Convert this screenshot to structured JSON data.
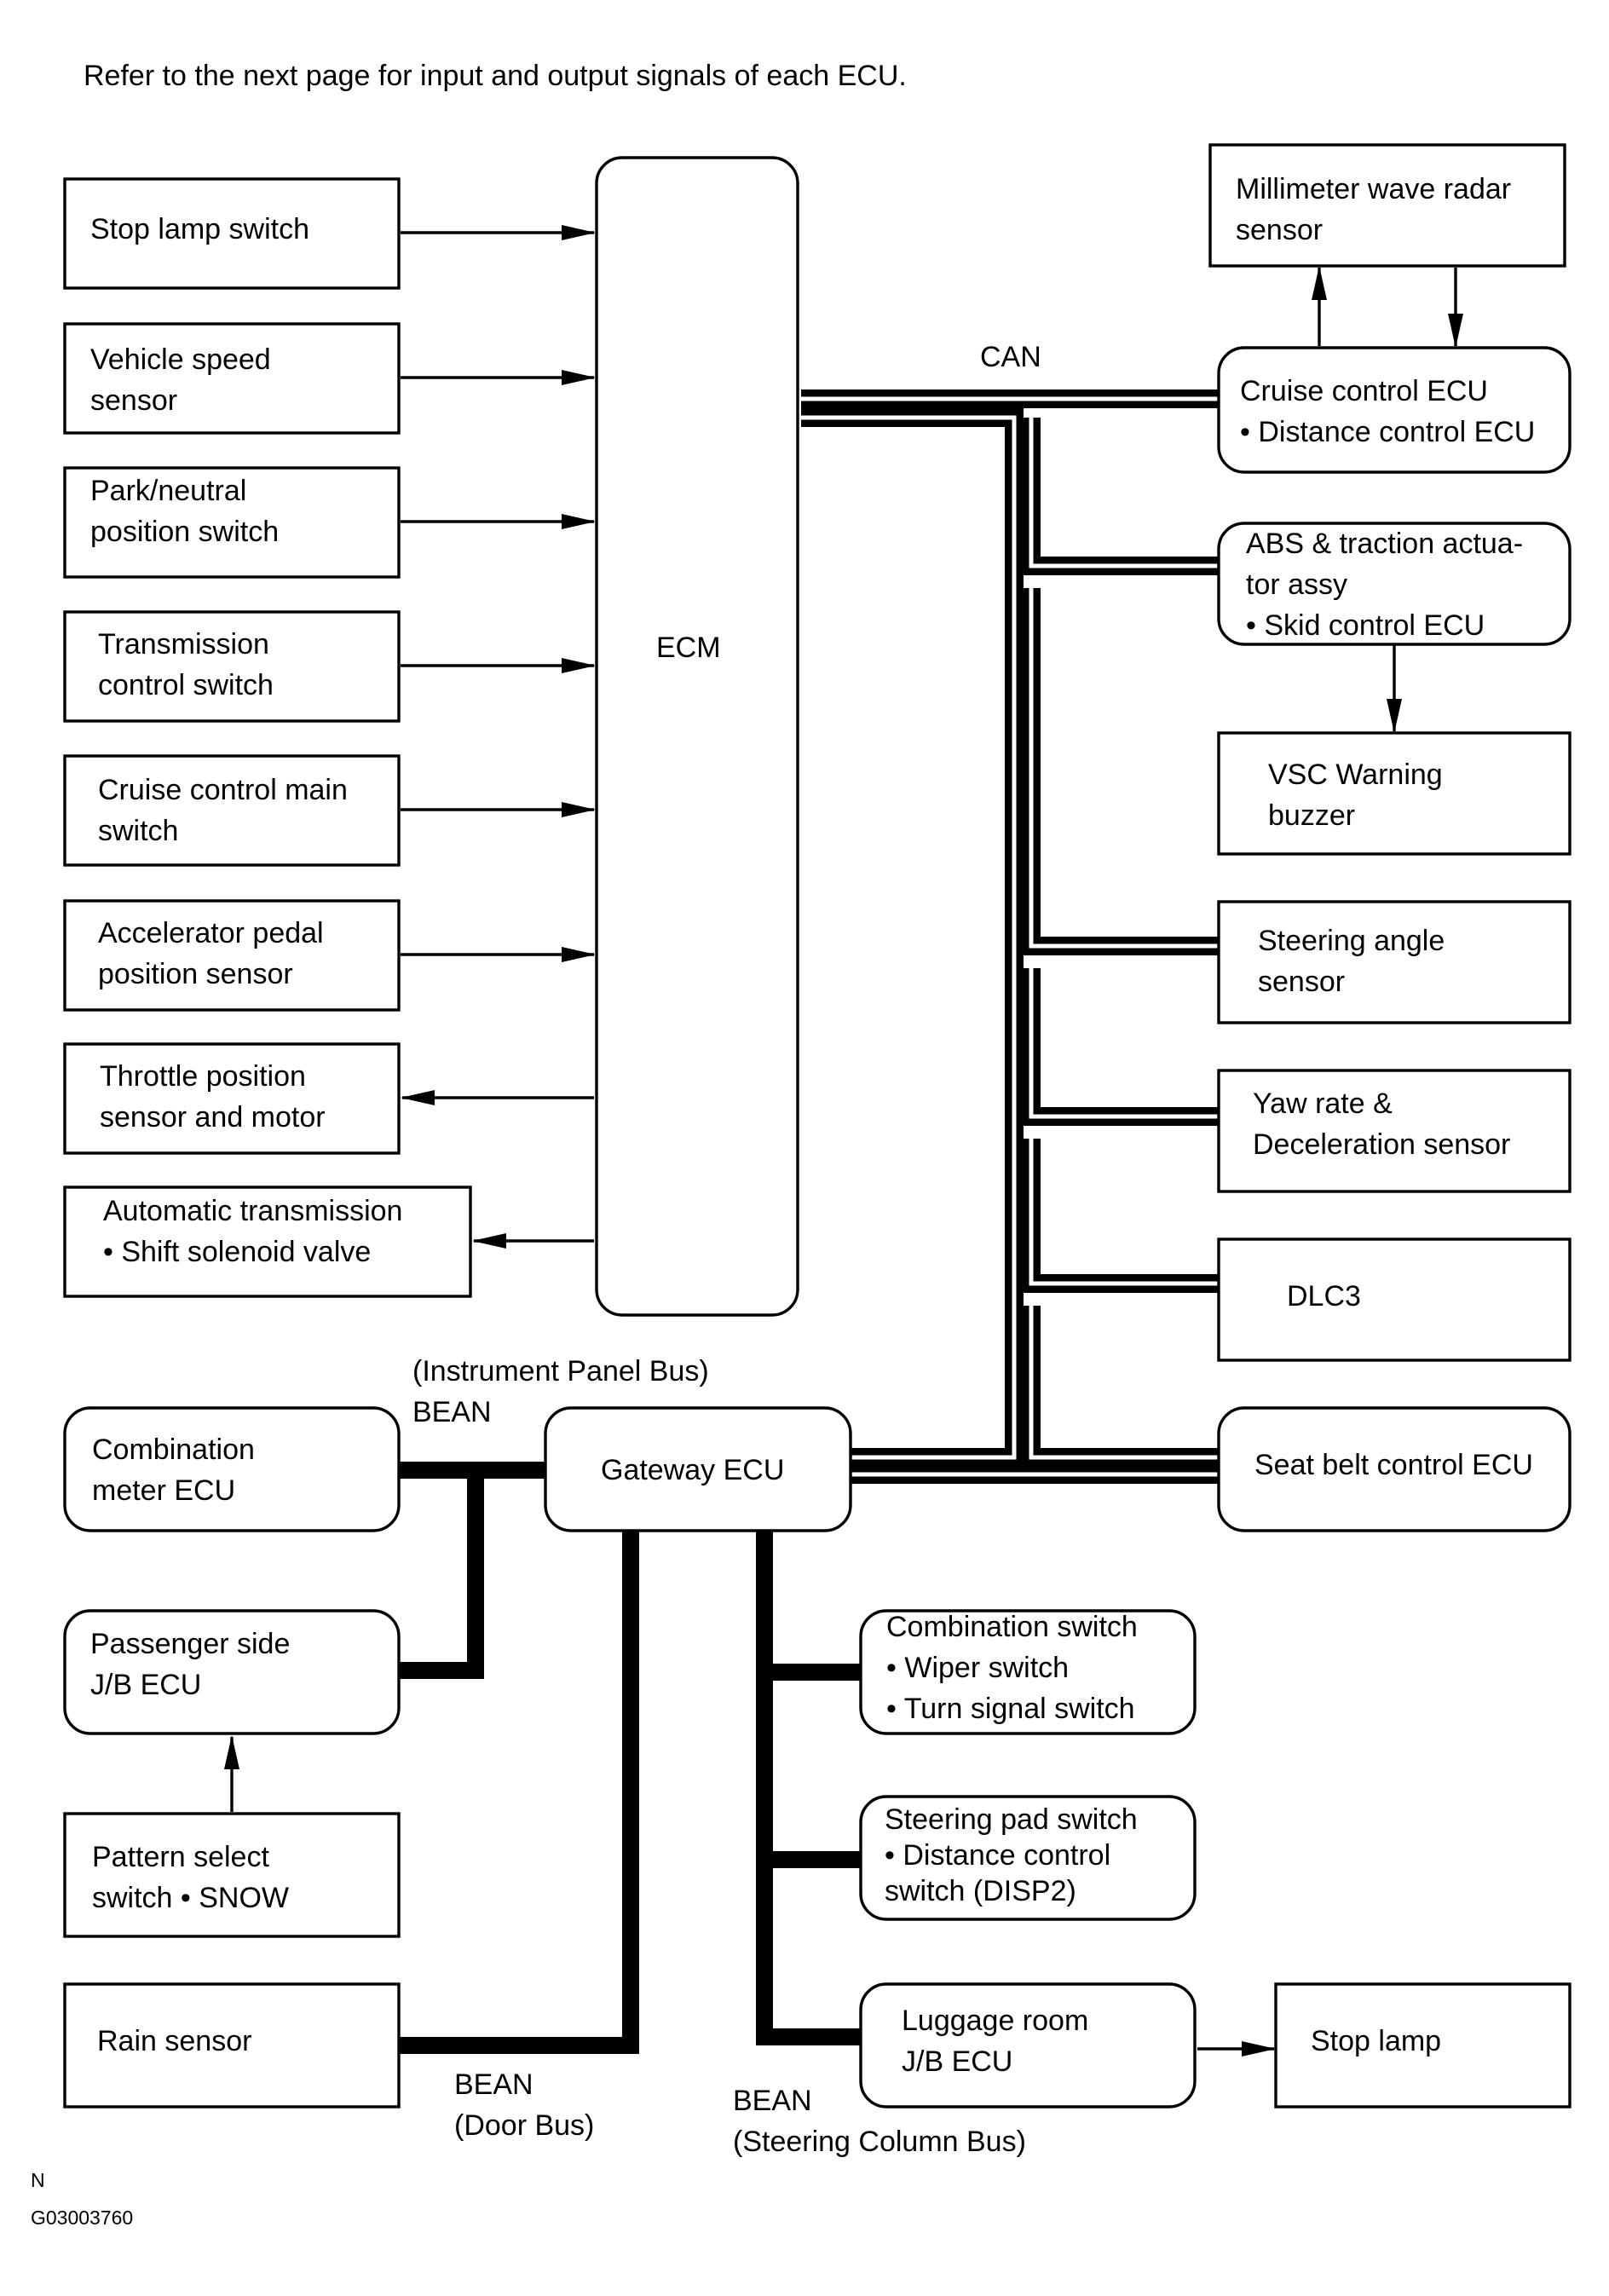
{
  "header_note": "Refer to the next page for input and output signals of each ECU.",
  "ecm": {
    "label": "ECM"
  },
  "inputs": [
    {
      "lines": [
        "Stop lamp switch"
      ]
    },
    {
      "lines": [
        "Vehicle speed",
        "sensor"
      ]
    },
    {
      "lines": [
        "Park/neutral",
        "position switch"
      ]
    },
    {
      "lines": [
        "Transmission",
        "control switch"
      ]
    },
    {
      "lines": [
        "Cruise control main",
        "switch"
      ]
    },
    {
      "lines": [
        "Accelerator pedal",
        "position sensor"
      ]
    }
  ],
  "outputs": [
    {
      "lines": [
        "Throttle position",
        "sensor and motor"
      ]
    },
    {
      "lines": [
        "Automatic transmission",
        "• Shift solenoid valve"
      ]
    }
  ],
  "can_bus": {
    "label": "CAN",
    "nodes": [
      {
        "lines": [
          "Cruise control ECU",
          "• Distance control ECU"
        ]
      },
      {
        "lines": [
          "ABS & traction actua-",
          "tor assy",
          "• Skid control ECU"
        ]
      },
      {
        "lines": [
          "Steering angle",
          "sensor"
        ]
      },
      {
        "lines": [
          "Yaw rate &",
          "Deceleration sensor"
        ]
      },
      {
        "lines": [
          "DLC3"
        ]
      },
      {
        "lines": [
          "Seat belt control ECU"
        ]
      }
    ]
  },
  "radar": {
    "lines": [
      "Millimeter wave radar",
      "sensor"
    ]
  },
  "vsc_buzzer": {
    "lines": [
      "VSC Warning",
      "buzzer"
    ]
  },
  "gateway": {
    "label": "Gateway ECU"
  },
  "instrument_bus": {
    "lines": [
      "(Instrument Panel Bus)",
      "BEAN"
    ]
  },
  "door_bus": {
    "lines": [
      "BEAN",
      "(Door Bus)"
    ]
  },
  "column_bus": {
    "lines": [
      "BEAN",
      "(Steering Column Bus)"
    ]
  },
  "combination_meter": {
    "lines": [
      "Combination",
      "meter ECU"
    ]
  },
  "passenger_jb": {
    "lines": [
      "Passenger side",
      "J/B ECU"
    ]
  },
  "pattern_select": {
    "lines": [
      "Pattern select",
      "switch • SNOW"
    ]
  },
  "rain_sensor": {
    "lines": [
      "Rain sensor"
    ]
  },
  "combination_switch": {
    "lines": [
      "Combination switch",
      "• Wiper switch",
      "• Turn signal switch"
    ]
  },
  "steering_pad": {
    "lines": [
      "Steering pad switch",
      "• Distance control",
      "switch (DISP2)"
    ]
  },
  "luggage_jb": {
    "lines": [
      "Luggage room",
      "J/B ECU"
    ]
  },
  "stop_lamp": {
    "lines": [
      "Stop lamp"
    ]
  },
  "footer": {
    "letter": "N",
    "code": "G03003760"
  }
}
